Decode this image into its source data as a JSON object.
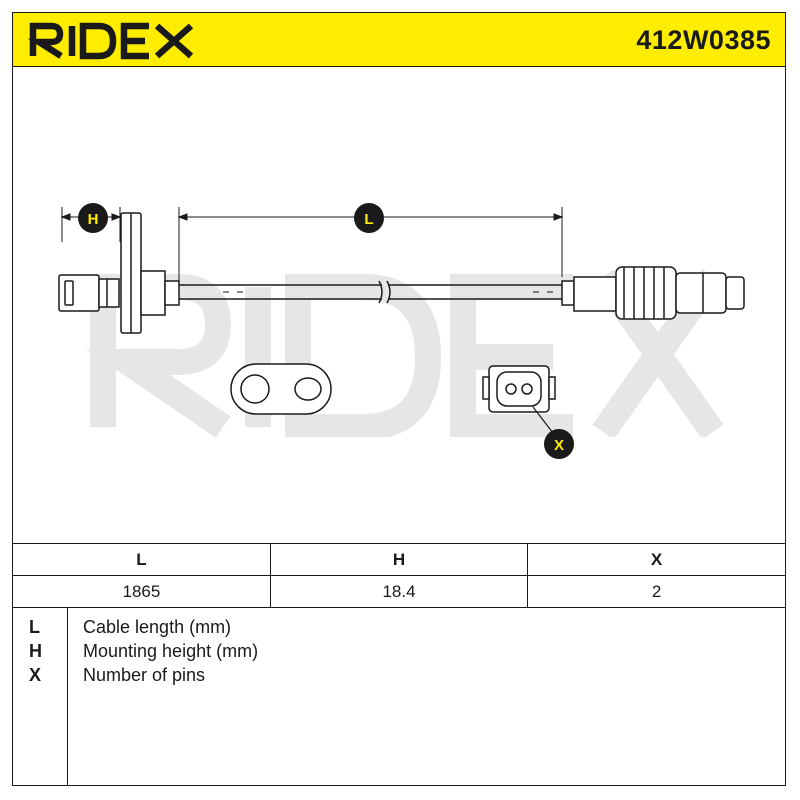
{
  "header": {
    "brand": "RIDEX",
    "part_number": "412W0385",
    "background_color": "#ffed00"
  },
  "drawing": {
    "dimension_labels": {
      "cable_length": "L",
      "mounting_height": "H",
      "pins": "X"
    },
    "watermark_text": "RIDEX"
  },
  "specs": {
    "headers": [
      "L",
      "H",
      "X"
    ],
    "values": [
      "1865",
      "18.4",
      "2"
    ]
  },
  "legend": {
    "items": [
      {
        "key": "L",
        "text": "Cable length (mm)"
      },
      {
        "key": "H",
        "text": "Mounting height (mm)"
      },
      {
        "key": "X",
        "text": "Number of pins"
      }
    ]
  }
}
